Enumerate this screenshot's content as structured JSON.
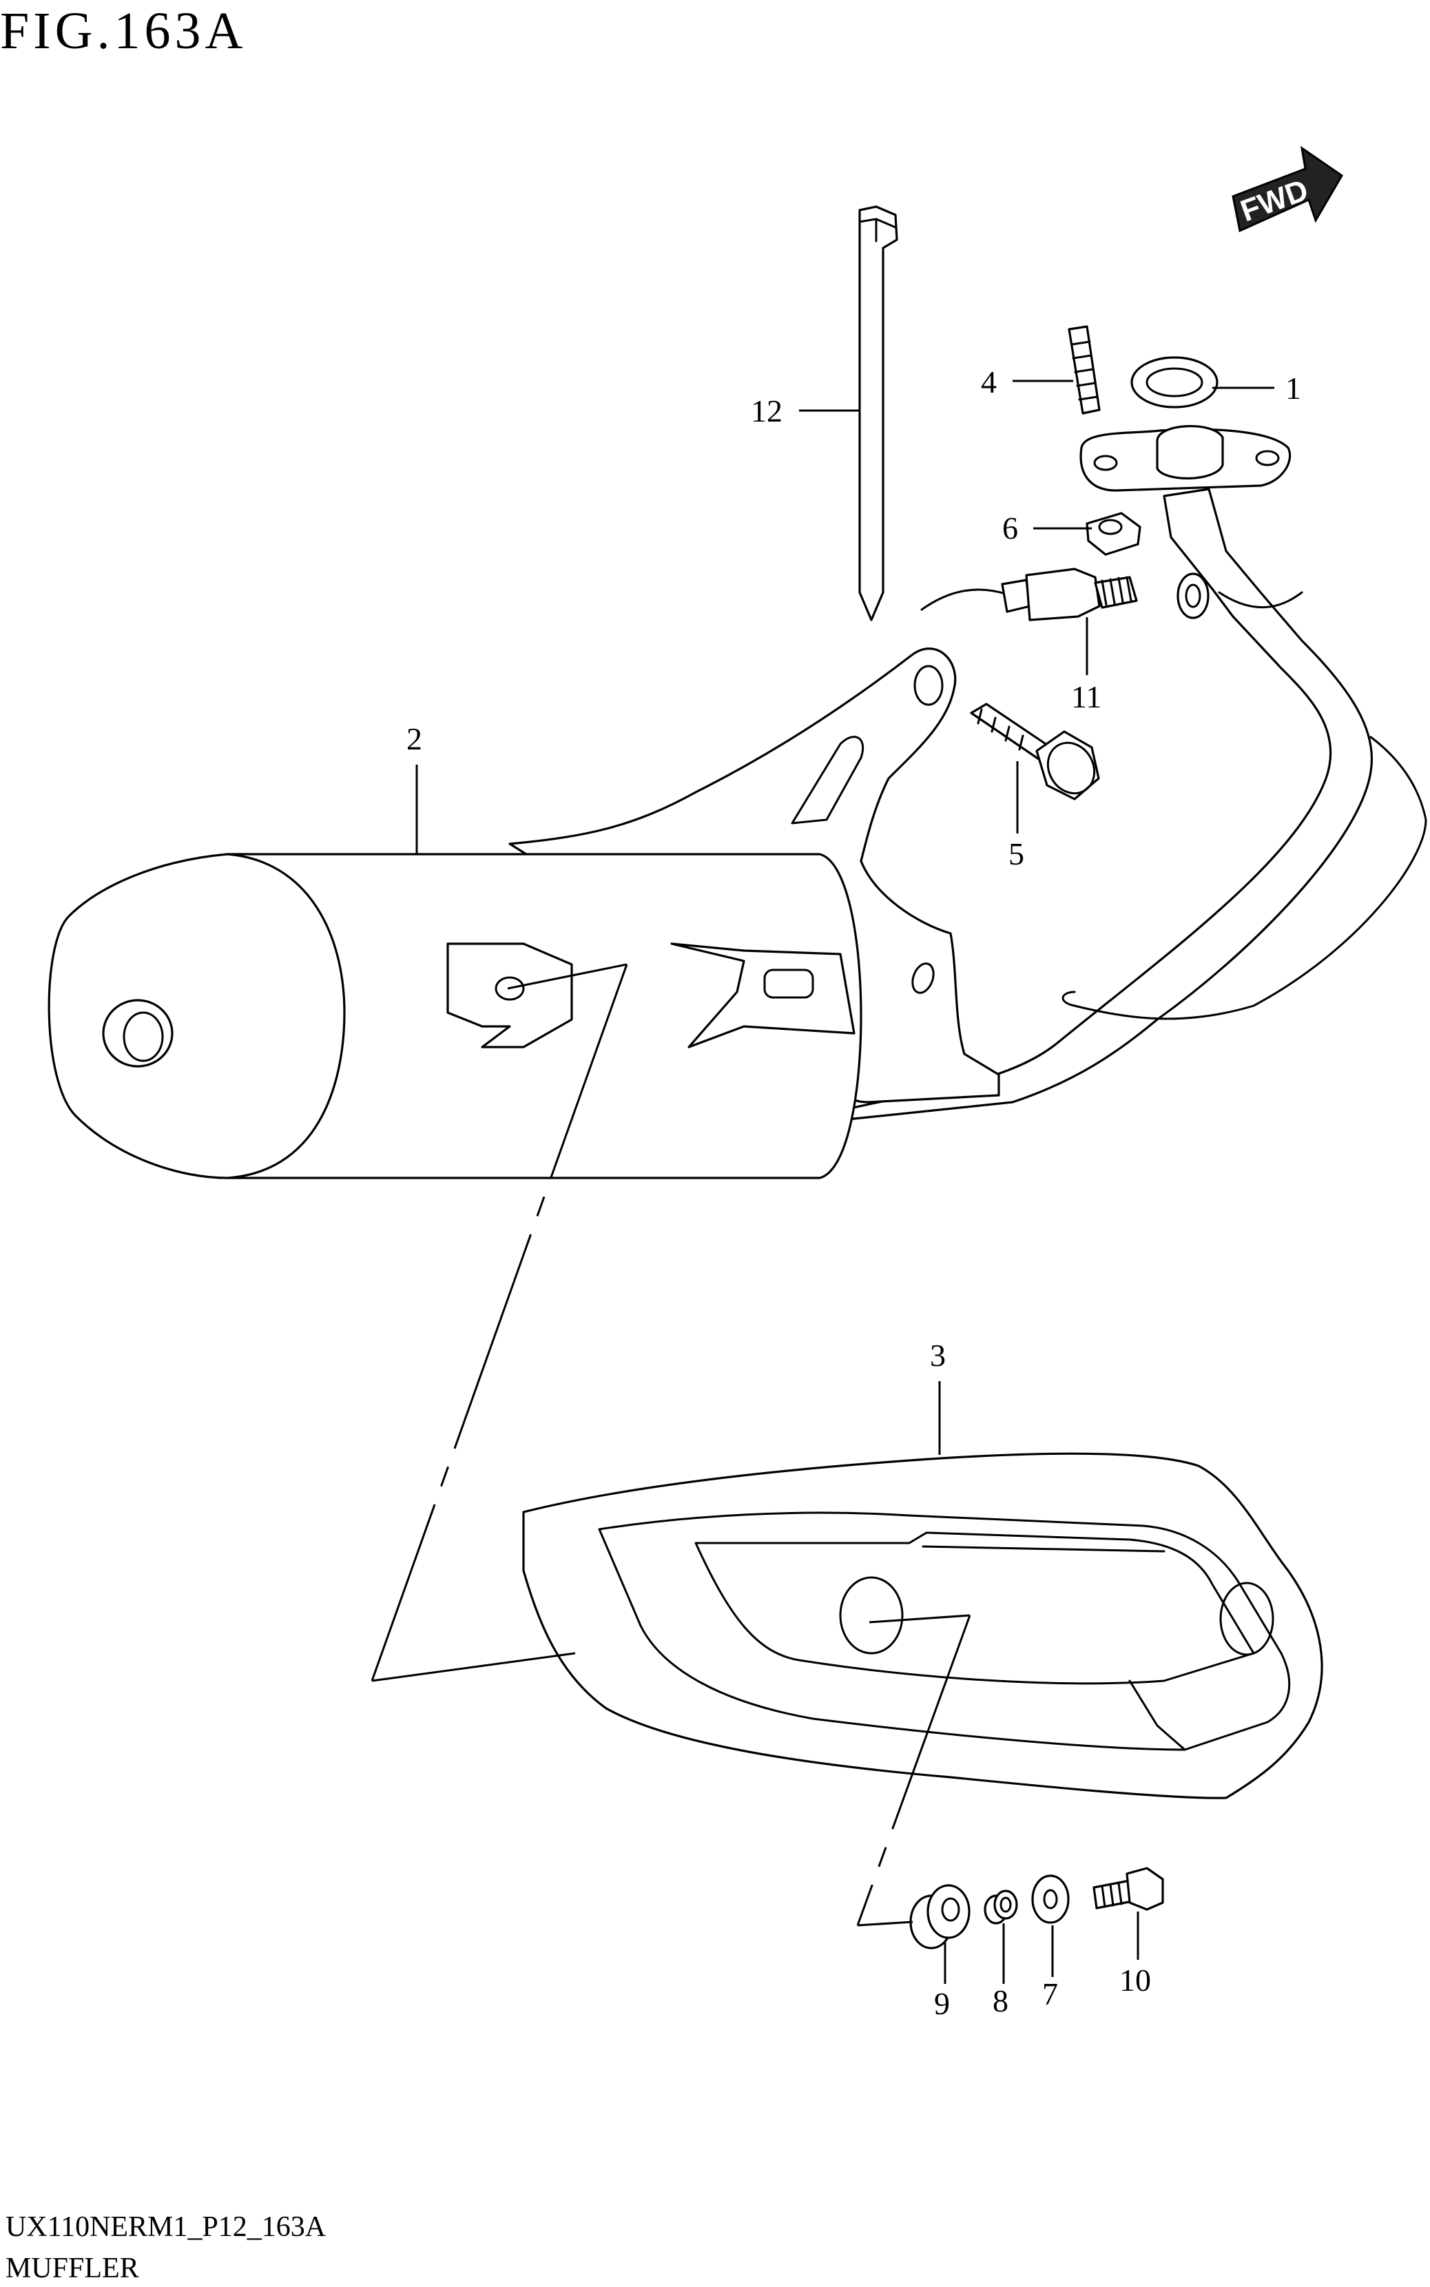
{
  "figure": {
    "title": "FIG.163A",
    "diagram_code": "UX110NERM1_P12_163A",
    "section_name": "MUFFLER",
    "direction_marker": "FWD"
  },
  "callouts": {
    "c1": "1",
    "c2": "2",
    "c3": "3",
    "c4": "4",
    "c5": "5",
    "c6": "6",
    "c7": "7",
    "c8": "8",
    "c9": "9",
    "c10": "10",
    "c11": "11",
    "c12": "12"
  }
}
